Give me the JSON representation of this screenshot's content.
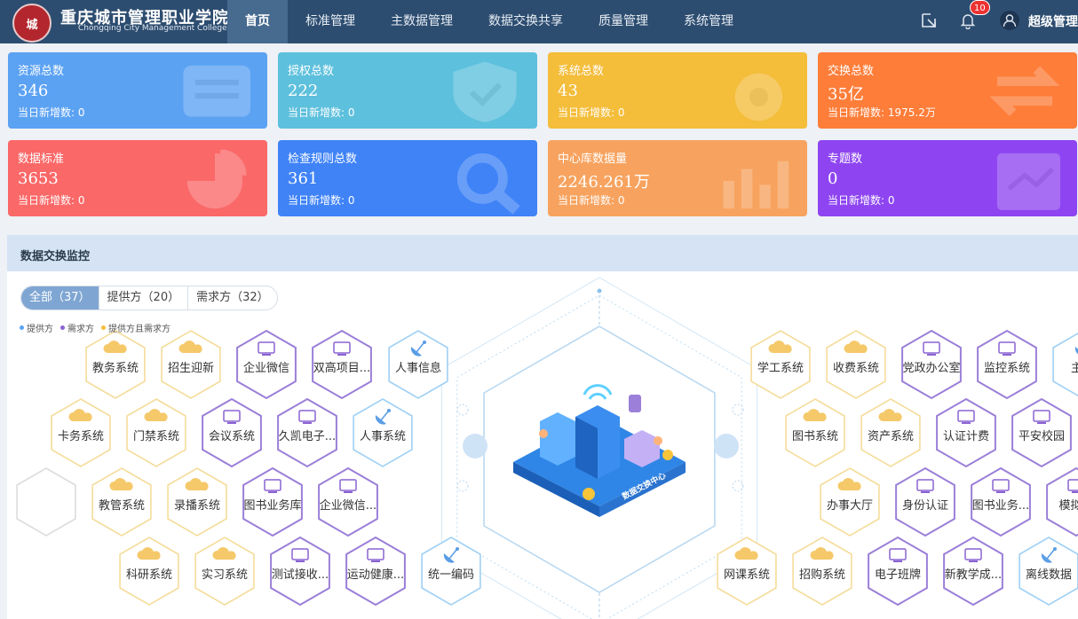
{
  "brand": {
    "logo_text": "城",
    "name_cn": "重庆城市管理职业学院",
    "name_en": "Chongqing City Management College"
  },
  "nav": {
    "items": [
      "首页",
      "标准管理",
      "主数据管理",
      "数据交换共享",
      "质量管理",
      "系统管理"
    ],
    "active": 0
  },
  "header": {
    "notification_count": "10",
    "user_name": "超级管理"
  },
  "stats": [
    {
      "title": "资源总数",
      "value": "346",
      "sub_label": "当日新增数:",
      "sub_value": "0",
      "color": "#5ba2f3"
    },
    {
      "title": "授权总数",
      "value": "222",
      "sub_label": "当日新增数:",
      "sub_value": "0",
      "color": "#5dc0dd"
    },
    {
      "title": "系统总数",
      "value": "43",
      "sub_label": "当日新增数:",
      "sub_value": "0",
      "color": "#f4bd3a"
    },
    {
      "title": "交换总数",
      "value": "35亿",
      "sub_label": "当日新增数:",
      "sub_value": "1975.2万",
      "color": "#fd7d39"
    },
    {
      "title": "数据标准",
      "value": "3653",
      "sub_label": "当日新增数:",
      "sub_value": "0",
      "color": "#fa6868"
    },
    {
      "title": "检查规则总数",
      "value": "361",
      "sub_label": "当日新增数:",
      "sub_value": "0",
      "color": "#3f83f7"
    },
    {
      "title": "中心库数据量",
      "value": "2246.261万",
      "sub_label": "当日新增数:",
      "sub_value": "0",
      "color": "#f7a35f"
    },
    {
      "title": "专题数",
      "value": "0",
      "sub_label": "当日新增数:",
      "sub_value": "0",
      "color": "#8e45f1"
    }
  ],
  "monitor": {
    "title": "数据交换监控",
    "filters": [
      "全部（37）",
      "提供方（20）",
      "需求方（32）"
    ],
    "active_filter": 0,
    "legend": [
      {
        "label": "提供方",
        "color": "#5ba2f3"
      },
      {
        "label": "需求方",
        "color": "#8a63d2"
      },
      {
        "label": "提供方且需求方",
        "color": "#f4bd3a"
      }
    ],
    "center_label": "数据交换中心",
    "colors": {
      "provider": "#9fd0f5",
      "consumer": "#9b7fd8",
      "both": "#f5dc9a",
      "empty": "#dcdcdc"
    },
    "left_nodes": [
      {
        "label": "教务系统",
        "kind": "both"
      },
      {
        "label": "招生迎新",
        "kind": "both"
      },
      {
        "label": "企业微信",
        "kind": "consumer"
      },
      {
        "label": "双高项目...",
        "kind": "consumer"
      },
      {
        "label": "人事信息",
        "kind": "provider"
      },
      {
        "label": "卡务系统",
        "kind": "both"
      },
      {
        "label": "门禁系统",
        "kind": "both"
      },
      {
        "label": "会议系统",
        "kind": "consumer"
      },
      {
        "label": "久凯电子...",
        "kind": "consumer"
      },
      {
        "label": "人事系统",
        "kind": "provider"
      },
      {
        "label": "",
        "kind": "empty"
      },
      {
        "label": "教管系统",
        "kind": "both"
      },
      {
        "label": "录播系统",
        "kind": "both"
      },
      {
        "label": "图书业务库",
        "kind": "consumer"
      },
      {
        "label": "企业微信...",
        "kind": "consumer"
      },
      {
        "label": "科研系统",
        "kind": "both"
      },
      {
        "label": "实习系统",
        "kind": "both"
      },
      {
        "label": "测试接收...",
        "kind": "consumer"
      },
      {
        "label": "运动健康...",
        "kind": "consumer"
      },
      {
        "label": "统一编码",
        "kind": "provider"
      }
    ],
    "right_nodes": [
      {
        "label": "学工系统",
        "kind": "both"
      },
      {
        "label": "收费系统",
        "kind": "both"
      },
      {
        "label": "党政办公室",
        "kind": "consumer"
      },
      {
        "label": "监控系统",
        "kind": "consumer"
      },
      {
        "label": "主题",
        "kind": "provider"
      },
      {
        "label": "图书系统",
        "kind": "both"
      },
      {
        "label": "资产系统",
        "kind": "both"
      },
      {
        "label": "认证计费",
        "kind": "consumer"
      },
      {
        "label": "平安校园",
        "kind": "consumer"
      },
      {
        "label": "办事大厅",
        "kind": "both"
      },
      {
        "label": "身份认证",
        "kind": "consumer"
      },
      {
        "label": "图书业务...",
        "kind": "consumer"
      },
      {
        "label": "模拟测",
        "kind": "consumer"
      },
      {
        "label": "网课系统",
        "kind": "both"
      },
      {
        "label": "招购系统",
        "kind": "both"
      },
      {
        "label": "电子班牌",
        "kind": "consumer"
      },
      {
        "label": "新教学成...",
        "kind": "consumer"
      },
      {
        "label": "离线数据",
        "kind": "provider"
      }
    ]
  }
}
